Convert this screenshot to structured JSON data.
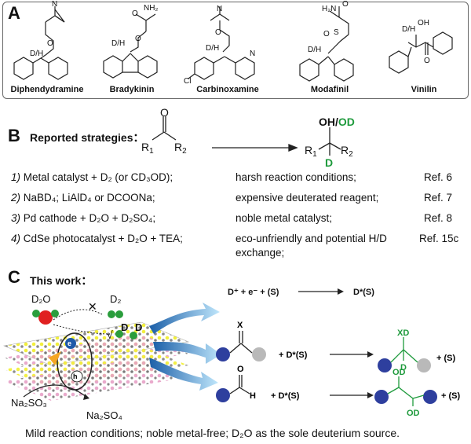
{
  "panelA": {
    "letter": "A",
    "compounds": [
      {
        "name": "Diphendydramine",
        "label": "D/H"
      },
      {
        "name": "Bradykinin",
        "label": "D/H",
        "group": "NH2"
      },
      {
        "name": "Carbinoxamine",
        "label": "D/H"
      },
      {
        "name": "Modafinil",
        "label": "D/H",
        "group": "H2N"
      },
      {
        "name": "Vinilin",
        "label": "D/H",
        "group": "OH"
      }
    ]
  },
  "panelB": {
    "letter": "B",
    "heading": "Reported strategies：",
    "scheme": {
      "r1": "R",
      "r1_sub": "1",
      "r2": "R",
      "r2_sub": "2",
      "oxygen": "O",
      "product_oh": "OH/",
      "product_od": "OD",
      "product_d": "D"
    },
    "rows": [
      {
        "num": "1)",
        "text": "Metal catalyst + D₂ (or CD₃OD);",
        "issue": "harsh reaction conditions;",
        "ref": "Ref. 6"
      },
      {
        "num": "2)",
        "text": "NaBD₄; LiAlD₄ or DCOONa;",
        "issue": "expensive deuterated reagent;",
        "ref": "Ref. 7"
      },
      {
        "num": "3)",
        "text": "Pd cathode + D₂O + D₂SO₄;",
        "issue": "noble metal catalyst;",
        "ref": "Ref. 8"
      },
      {
        "num": "4)",
        "text": "CdSe photocatalyst + D₂O + TEA;",
        "issue": "eco-unfriendly and potential H/D",
        "issue2": "exchange;",
        "ref": "Ref. 15c"
      }
    ]
  },
  "panelC": {
    "letter": "C",
    "heading": "This work：",
    "labels": {
      "d2o": "D₂O",
      "d2": "D₂",
      "d": "D",
      "cross": "✕",
      "check": "√",
      "electron": "e",
      "hole": "h",
      "na2so3": "Na₂SO₃",
      "na2so4": "Na₂SO₄"
    },
    "equations": {
      "eq1": {
        "left": "D⁺  +  e⁻  +  (S)",
        "right": "D*(S)"
      },
      "eq2": {
        "x": "X",
        "reagent": "+      D*(S)",
        "xd": "XD",
        "d": "D",
        "plus_s": "+      (S)"
      },
      "eq3": {
        "o": "O",
        "h": "H",
        "reagent": "+      D*(S)",
        "od1": "OD",
        "od2": "OD",
        "plus_s": "+      (S)"
      }
    },
    "footer": "Mild reaction conditions; noble metal-free; D₂O as the sole deuterium source."
  },
  "colors": {
    "green": "#1e9a3c",
    "blue_sphere": "#2e3f9e",
    "grey_sphere": "#b9b9b9",
    "red_sphere": "#e02020",
    "yellow_atom": "#f2ef3c",
    "pink_atom": "#e6a0c6",
    "arrow_blue": "#4aa8dd"
  }
}
